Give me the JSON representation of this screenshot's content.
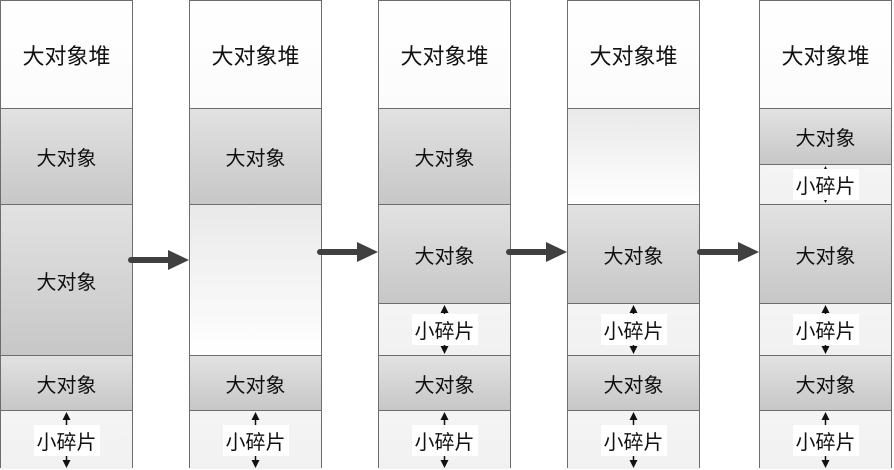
{
  "columns": [
    {
      "blocks": [
        {
          "type": "heap",
          "label": "大对象堆"
        },
        {
          "type": "obj",
          "label": "大对象"
        },
        {
          "type": "obj",
          "label": "大对象"
        },
        {
          "type": "obj",
          "label": "大对象"
        },
        {
          "type": "frag",
          "label": "小碎片"
        }
      ]
    },
    {
      "blocks": [
        {
          "type": "heap",
          "label": "大对象堆"
        },
        {
          "type": "obj",
          "label": "大对象"
        },
        {
          "type": "free",
          "label": ""
        },
        {
          "type": "obj",
          "label": "大对象"
        },
        {
          "type": "frag",
          "label": "小碎片"
        }
      ]
    },
    {
      "blocks": [
        {
          "type": "heap",
          "label": "大对象堆"
        },
        {
          "type": "obj",
          "label": "大对象"
        },
        {
          "type": "obj",
          "label": "大对象"
        },
        {
          "type": "frag",
          "label": "小碎片"
        },
        {
          "type": "obj",
          "label": "大对象"
        },
        {
          "type": "frag",
          "label": "小碎片"
        }
      ]
    },
    {
      "blocks": [
        {
          "type": "heap",
          "label": "大对象堆"
        },
        {
          "type": "free",
          "label": ""
        },
        {
          "type": "obj",
          "label": "大对象"
        },
        {
          "type": "frag",
          "label": "小碎片"
        },
        {
          "type": "obj",
          "label": "大对象"
        },
        {
          "type": "frag",
          "label": "小碎片"
        }
      ]
    },
    {
      "blocks": [
        {
          "type": "heap",
          "label": "大对象堆"
        },
        {
          "type": "obj",
          "label": "大对象"
        },
        {
          "type": "frag",
          "label": "小碎片"
        },
        {
          "type": "obj",
          "label": "大对象"
        },
        {
          "type": "frag",
          "label": "小碎片"
        },
        {
          "type": "obj",
          "label": "大对象"
        },
        {
          "type": "frag",
          "label": "小碎片"
        }
      ]
    }
  ],
  "arrow_color": "#404040",
  "object_color": "#d0d0d0"
}
